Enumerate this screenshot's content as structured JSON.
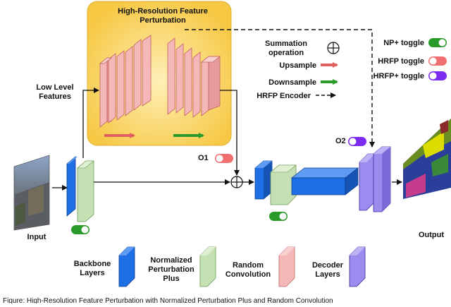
{
  "hrfp_box": {
    "title_line1": "High-Resolution Feature",
    "title_line2": "Perturbation",
    "fill": "#fbd45e"
  },
  "labels": {
    "low_level_line1": "Low Level",
    "low_level_line2": "Features",
    "input": "Input",
    "output": "Output",
    "o1": "O1",
    "o2": "O2"
  },
  "legend_ops": {
    "summation_line1": "Summation",
    "summation_line2": "operation",
    "upsample": "Upsample",
    "downsample": "Downsample",
    "hrfp_encoder": "HRFP Encoder"
  },
  "toggles": {
    "np_plus": "NP+ toggle",
    "hrfp": "HRFP toggle",
    "hrfp_plus": "HRFP+ toggle"
  },
  "legend_blocks": {
    "backbone_line1": "Backbone",
    "backbone_line2": "Layers",
    "npp_line1": "Normalized",
    "npp_line2": "Perturbation",
    "npp_line3": "Plus",
    "random_line1": "Random",
    "random_line2": "Convolution",
    "decoder_line1": "Decoder",
    "decoder_line2": "Layers"
  },
  "colors": {
    "backbone": "#1e6fe6",
    "npp": "#c5e0b3",
    "random_conv": "#f4b8b8",
    "decoder": "#9b8cf0",
    "toggle_green": "#2a9a2a",
    "toggle_red": "#f07070",
    "toggle_purple": "#7b2cf0",
    "upsample_arrow": "#e06060",
    "downsample_arrow": "#2a9a2a"
  },
  "caption": "Figure: High-Resolution Feature Perturbation with Normalized Perturbation Plus and Random Convolution"
}
